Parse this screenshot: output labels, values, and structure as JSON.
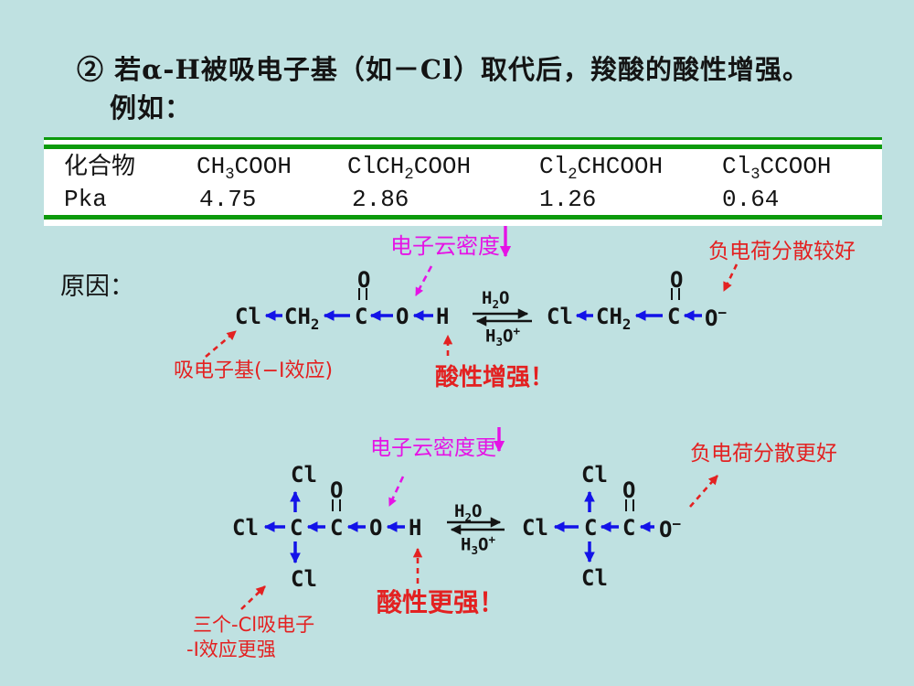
{
  "colors": {
    "background": "#bfe1e1",
    "bond_arrow_blue": "#1313e8",
    "annotation_magenta": "#e513e5",
    "annotation_red": "#e32121",
    "table_line_green": "#0c9a0c",
    "text_black": "#141414",
    "table_bg": "#ffffff"
  },
  "title": {
    "line1": "② 若α-H被吸电子基（如－Cl）取代后，羧酸的酸性增强。",
    "line2": "例如："
  },
  "reason_label": "原因：",
  "table": {
    "header": {
      "label": "化合物",
      "c1": "CH~3~COOH",
      "c2": "ClCH~2~COOH",
      "c3": "Cl~2~CHCOOH",
      "c4": "Cl~3~CCOOH"
    },
    "pka": {
      "label": "Pka",
      "v1": "4.75",
      "v2": "2.86",
      "v3": "1.26",
      "v4": "0.64"
    }
  },
  "molecules": {
    "m1": {
      "a1": "Cl",
      "a2": "CH~2~",
      "a3": "C",
      "a4": "O",
      "a5": "H",
      "carbonyl": "O"
    },
    "m2": {
      "a1": "Cl",
      "a2": "CH~2~",
      "a3": "C",
      "a4": "O^−^",
      "carbonyl": "O"
    },
    "m3": {
      "a1": "Cl",
      "a2": "C",
      "a3": "C",
      "a4": "O",
      "a5": "H",
      "cl_top": "Cl",
      "cl_bottom": "Cl",
      "carbonyl": "O"
    },
    "m4": {
      "a1": "Cl",
      "a2": "C",
      "a3": "C",
      "a4": "O^−^",
      "cl_top": "Cl",
      "cl_bottom": "Cl",
      "carbonyl": "O"
    }
  },
  "equilibrium": {
    "over": "H~2~O",
    "under": "H~3~O^+^"
  },
  "annotations": {
    "electron_density1": "电子云密度",
    "neg_charge1": "负电荷分散较好",
    "ewg": "吸电子基(−I效应)",
    "acid1": "酸性增强！",
    "electron_density2": "电子云密度更",
    "neg_charge2": "负电荷分散更好",
    "three_cl_line1": "三个-Cl吸电子",
    "three_cl_line2": "-I效应更强",
    "acid2": "酸性更强！"
  }
}
